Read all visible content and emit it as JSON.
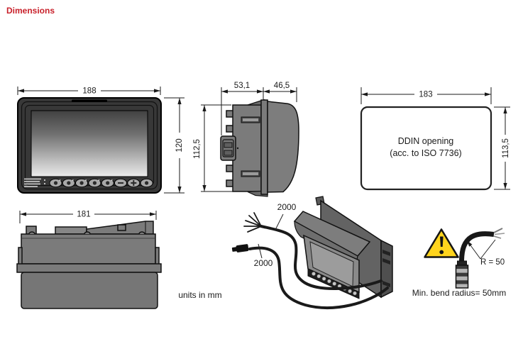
{
  "page": {
    "title": "Dimensions",
    "units_note": "units in mm",
    "accent_color": "#c8202a"
  },
  "front_view": {
    "width": "188",
    "height": "120"
  },
  "side_view": {
    "rear_depth": "53,1",
    "front_depth": "46,5",
    "height": "112,5"
  },
  "panel_cutout": {
    "width": "183",
    "height": "113,5",
    "label_line1": "DDIN opening",
    "label_line2": "(acc. to ISO 7736)"
  },
  "top_view": {
    "width": "181"
  },
  "cable_view": {
    "cable1_length": "2000",
    "cable2_length": "2000"
  },
  "bend_radius": {
    "radius_label": "R = 50",
    "note": "Min. bend radius= 50mm",
    "warning_color": "#ffd41d"
  }
}
